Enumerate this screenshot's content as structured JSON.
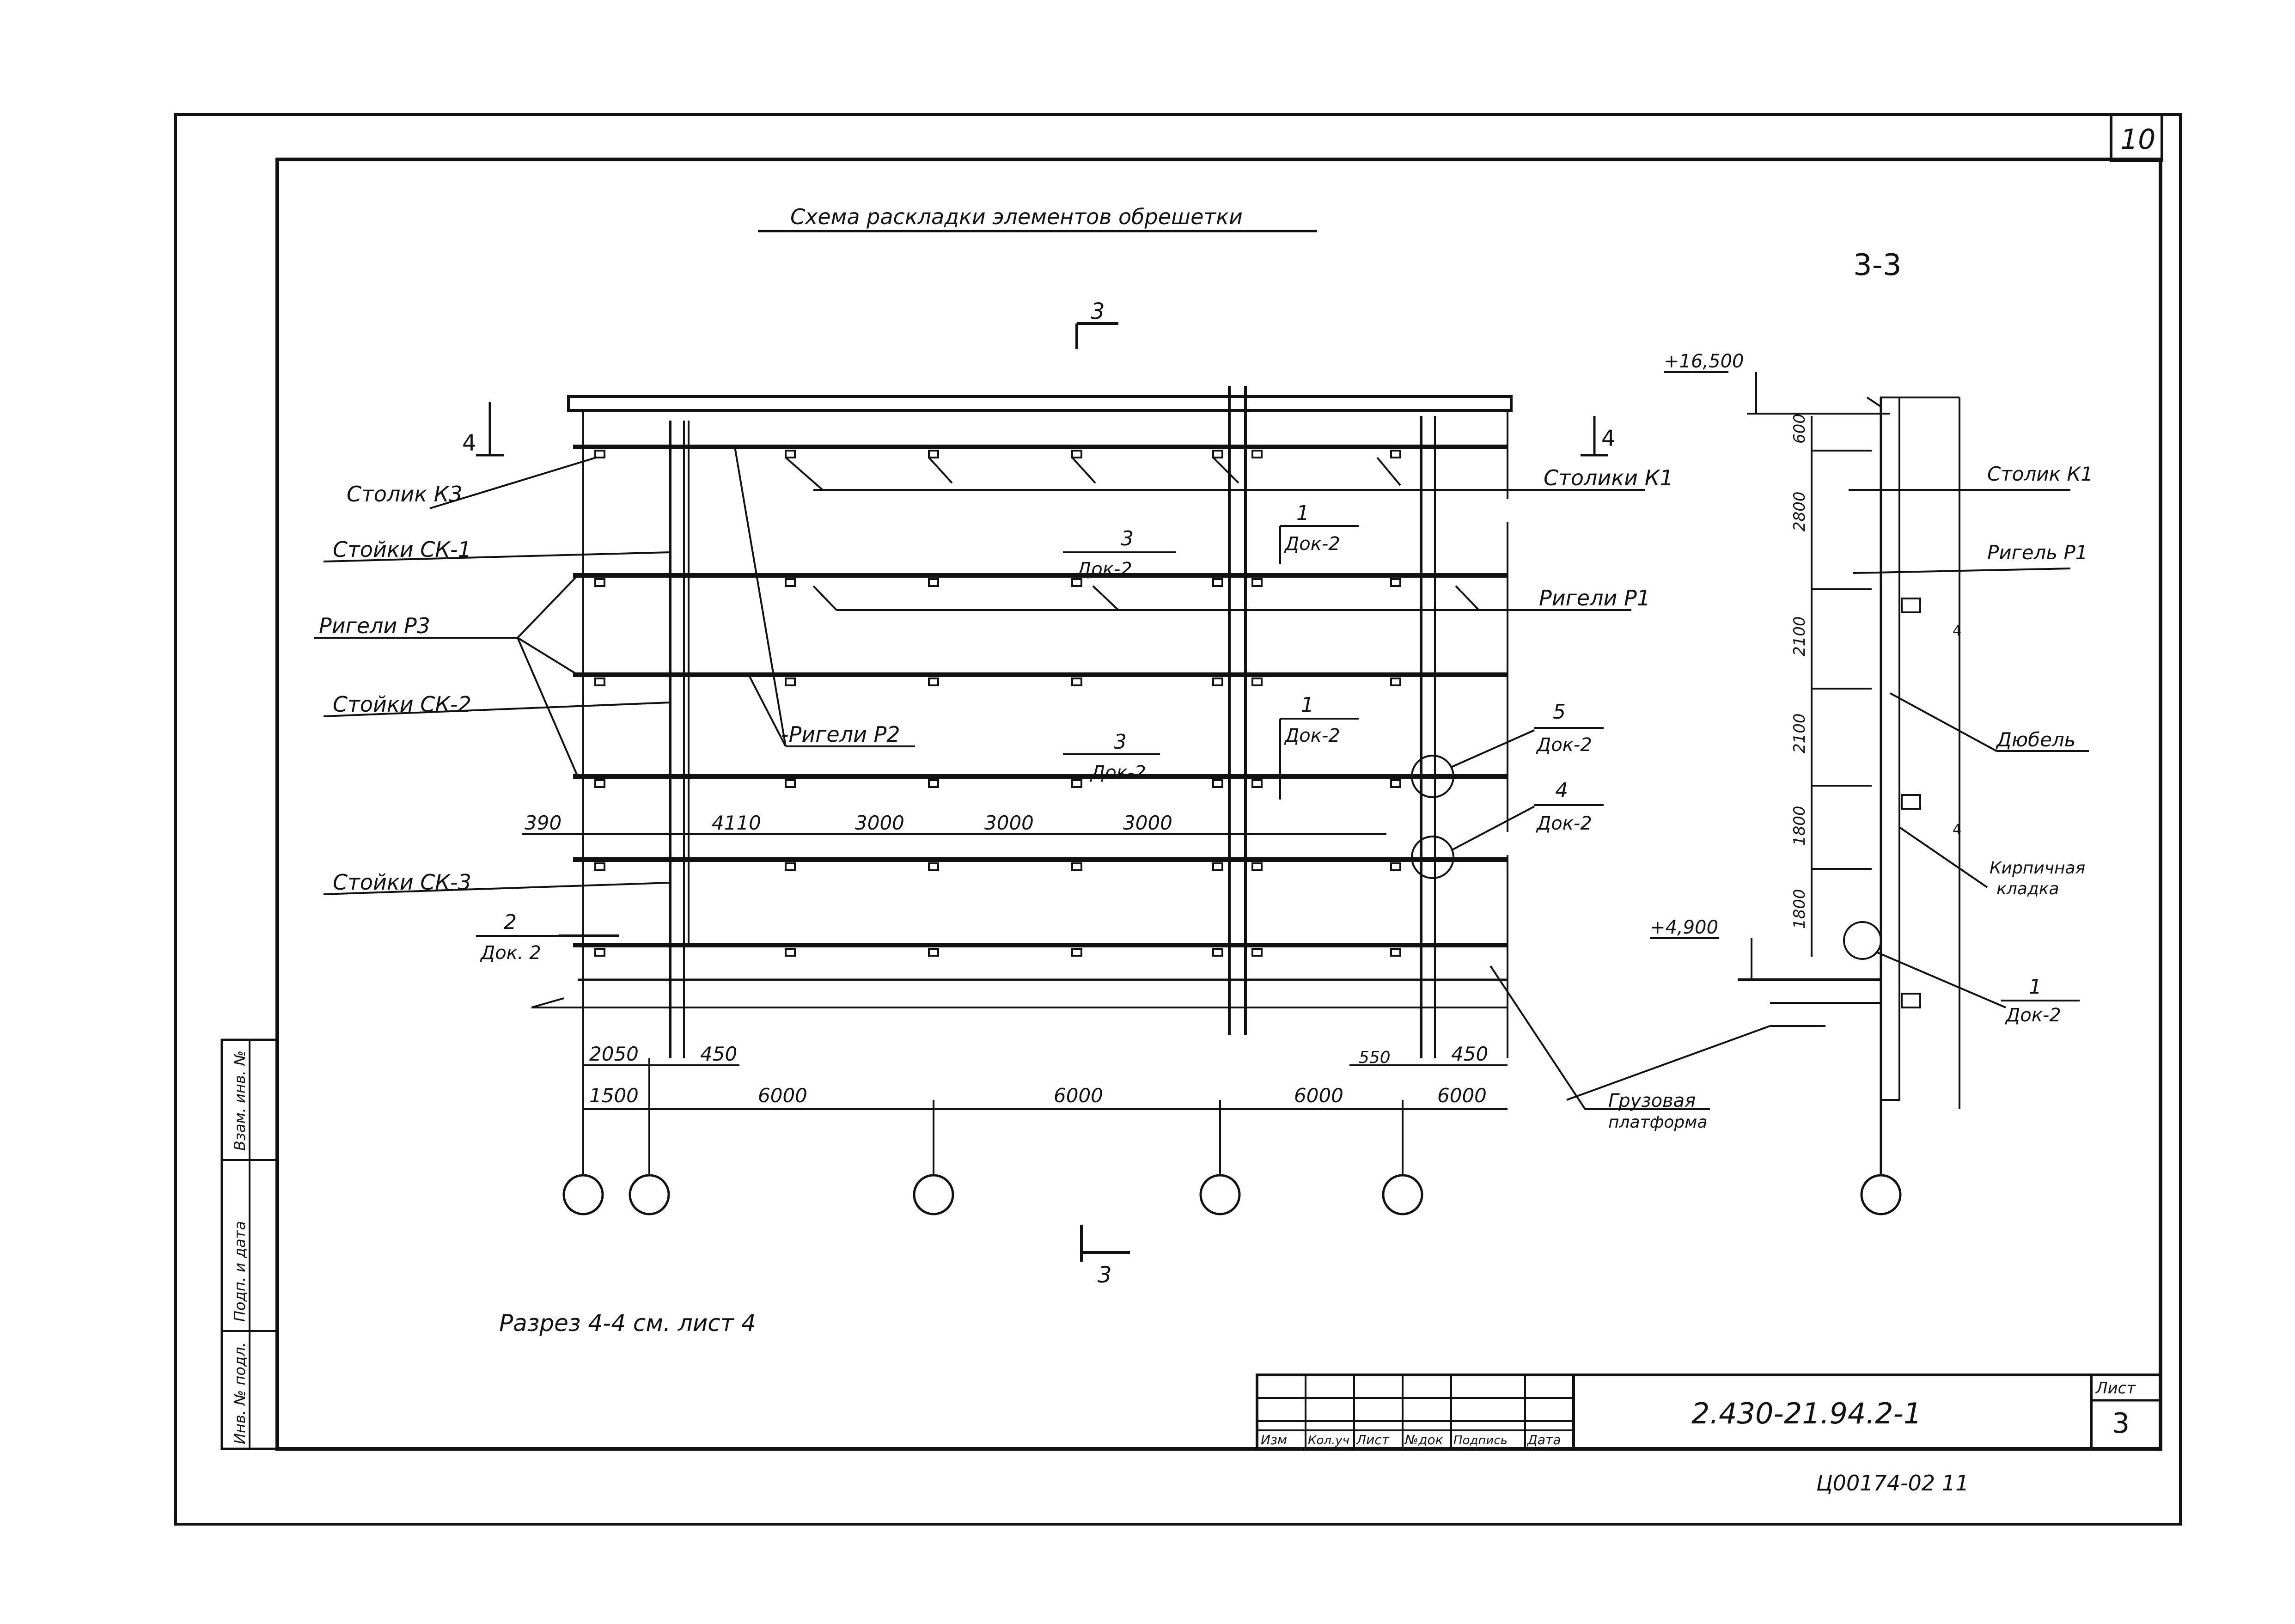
{
  "sheet": {
    "corner_number": "10",
    "sheet_label": "Лист",
    "sheet_number": "3"
  },
  "drawing_title": "Схема раскладки элементов обрешетки",
  "section_3_3_title": "3-3",
  "section_marks": {
    "cut3_top": "3",
    "cut3_bottom": "3",
    "cut4_left": "4",
    "cut4_right": "4"
  },
  "labels": {
    "stolik_k3": "Столик К3",
    "stoyki_sk1": "Стойки СК-1",
    "rigeli_p3": "Ригели Р3",
    "stoyki_sk2": "Стойки СК-2",
    "stoyki_sk3": "Стойки СК-3",
    "rigeli_p2": "-Ригели Р2",
    "stoliki_k1": "Столики К1",
    "rigeli_p1": "Ригели Р1",
    "gruzovaya": "Грузовая",
    "platforma": "платформа",
    "stolik_k1_side": "Столик К1",
    "rigel_p1_side": "Ригель Р1",
    "dyubel": "Дюбель",
    "kirpichnaya": "Кирпичная",
    "kladka": "кладка",
    "razrez_note": "Разрез 4-4 см. лист 4"
  },
  "callouts": [
    {
      "num": "1",
      "doc": "Док-2"
    },
    {
      "num": "3",
      "doc": "Док-2"
    },
    {
      "num": "1",
      "doc": "Док-2"
    },
    {
      "num": "3",
      "doc": "Док-2"
    },
    {
      "num": "5",
      "doc": "Док-2"
    },
    {
      "num": "4",
      "doc": "Док-2"
    },
    {
      "num": "2",
      "doc": "Док. 2"
    },
    {
      "num": "1",
      "doc": "Док-2"
    }
  ],
  "dimensions": {
    "d390": "390",
    "d4110": "4110",
    "d3000a": "3000",
    "d3000b": "3000",
    "d3000c": "3000",
    "d2050": "2050",
    "d450a": "450",
    "d550": "550",
    "d450b": "450",
    "d1500": "1500",
    "d6000a": "6000",
    "d6000b": "6000",
    "d6000c": "6000",
    "d6000d": "6000"
  },
  "elevations": {
    "top": "+16,500",
    "bottom": "+4,900"
  },
  "side_dims": [
    "600",
    "2800",
    "2100",
    "2100",
    "1800",
    "1800"
  ],
  "side_label_4": "4",
  "side_label_4b": "4",
  "title_block": {
    "code": "2.430-21.94.2-1",
    "cols": [
      "Изм",
      "Кол.уч",
      "Лист",
      "№док",
      "Подпись",
      "Дата"
    ],
    "stamp": "Ц00174-02 11"
  },
  "side_stamps": [
    "Взам. инв. №",
    "Подп. и дата",
    "Инв. № подл."
  ]
}
